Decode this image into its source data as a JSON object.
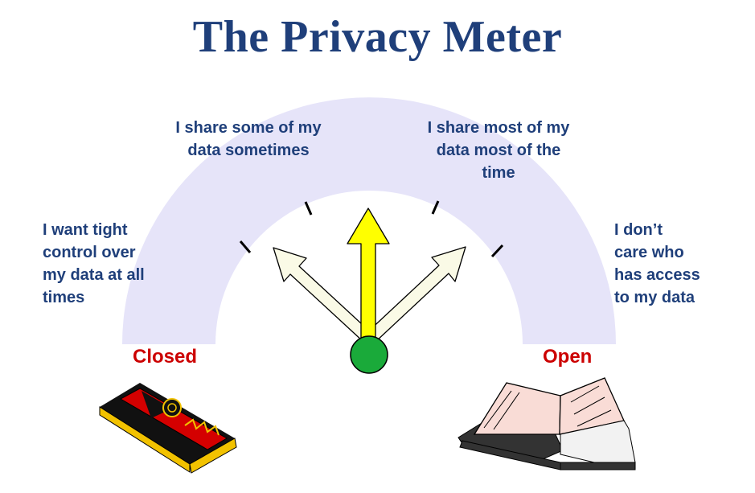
{
  "title": "The Privacy Meter",
  "labels": {
    "tight_control": [
      "I want tight",
      "control over",
      "my data at all",
      "times"
    ],
    "share_some": [
      "I share some of my",
      "data sometimes"
    ],
    "share_most": [
      "I share most of my",
      "data most of the",
      "time"
    ],
    "dont_care": [
      "I don’t",
      "care who",
      "has access",
      "to my data"
    ]
  },
  "ends": {
    "closed": "Closed",
    "open": "Open"
  },
  "colors": {
    "arc": "#e6e4f9",
    "title": "#1f3f7a",
    "end_label": "#cc0000",
    "active_arrow": "#ffff00",
    "inactive_arrow": "#fafae6",
    "pivot": "#1aaa3a"
  },
  "icons": {
    "closed": "closed-book-icon",
    "open": "open-book-icon"
  }
}
